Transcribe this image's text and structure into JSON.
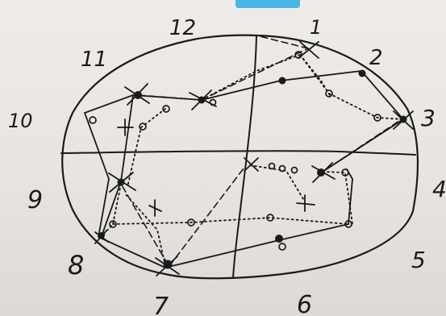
{
  "sketch": {
    "hour_labels": [
      {
        "text": "12",
        "id": "12"
      },
      {
        "text": "1",
        "id": "1"
      },
      {
        "text": "2",
        "id": "2"
      },
      {
        "text": "3",
        "id": "3"
      },
      {
        "text": "4",
        "id": "4"
      },
      {
        "text": "5",
        "id": "5"
      },
      {
        "text": "6",
        "id": "6"
      },
      {
        "text": "7",
        "id": "7"
      },
      {
        "text": "8",
        "id": "8"
      },
      {
        "text": "9",
        "id": "9"
      },
      {
        "text": "10",
        "id": "10"
      },
      {
        "text": "11",
        "id": "11"
      }
    ],
    "ink_color": "#1a1a1a",
    "paper_color": "#e9e6e3",
    "tape_color": "#49b6e6"
  }
}
